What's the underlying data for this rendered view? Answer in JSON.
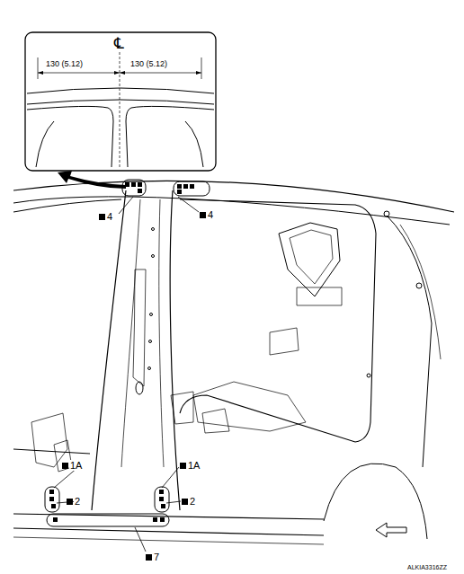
{
  "diagram": {
    "labels": [
      "℄",
      "130 (5.12)",
      "130 (5.12)",
      "4",
      "4",
      "1A",
      "1A",
      "2",
      "2",
      "7",
      "ALKIA3316ZZ"
    ]
  }
}
